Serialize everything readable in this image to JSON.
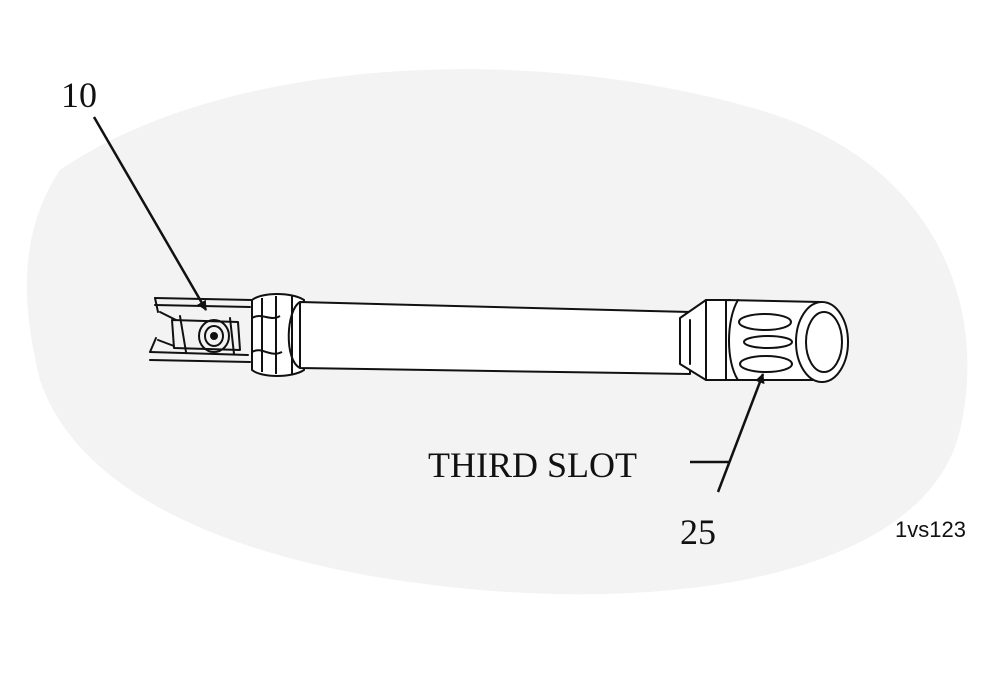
{
  "callouts": {
    "item_10": "10",
    "third_slot": "THIRD SLOT",
    "item_25": "25"
  },
  "figure_id": "1vs123",
  "colors": {
    "ink": "#111111",
    "background": "#ffffff",
    "shade": "#f1f1f1"
  }
}
